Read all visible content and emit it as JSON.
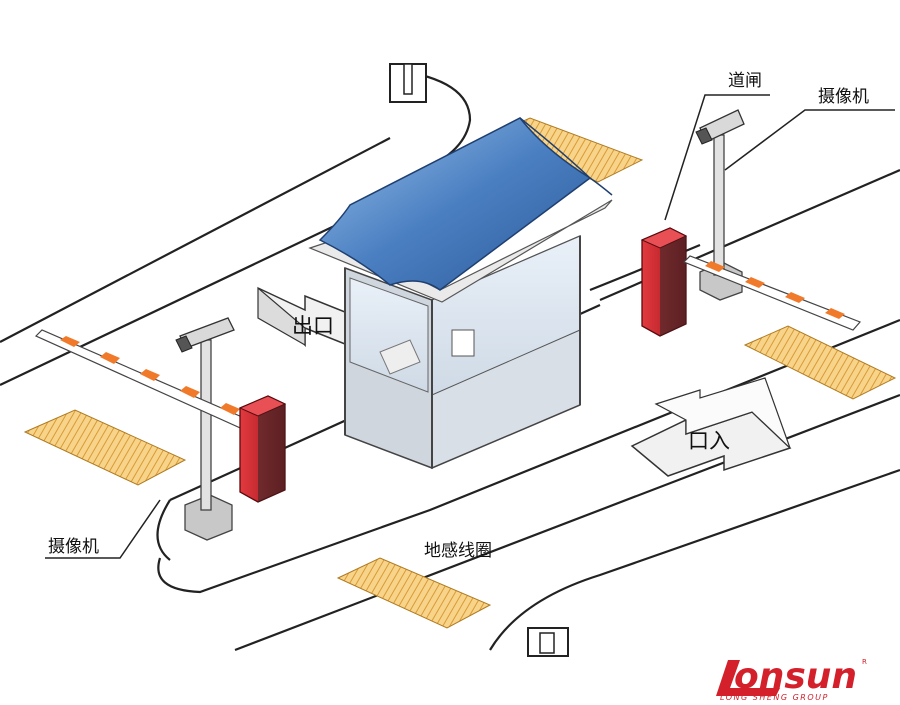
{
  "labels": {
    "barrier_gate": "道闸",
    "camera_top": "摄像机",
    "camera_bottom": "摄像机",
    "ground_loop": "地感线圈",
    "exit_arrow": "出口",
    "entry_arrow": "口入"
  },
  "logo": {
    "name": "onsun",
    "tagline": "LONG SHENG GROUP",
    "registered": "R"
  },
  "colors": {
    "roof": "#3b6fb3",
    "gate_red": "#c8202a",
    "boom_orange": "#f07a2a",
    "loop_pad": "#f2c46a",
    "brand_red": "#d3202b"
  }
}
